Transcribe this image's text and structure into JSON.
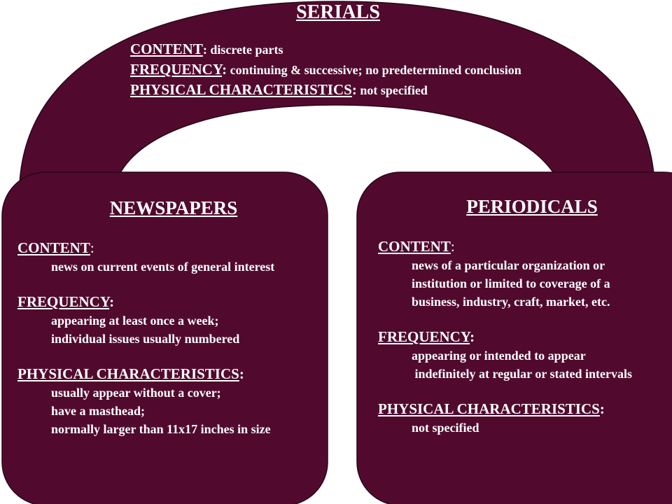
{
  "colors": {
    "fill": "#510a2e",
    "stroke": "#2a0518",
    "text": "#ffffff"
  },
  "serials": {
    "title": "SERIALS",
    "rows": [
      {
        "label": "CONTENT",
        "sep": ":",
        "value": " discrete parts"
      },
      {
        "label": "FREQUENCY",
        "sep": ":",
        "value": " continuing & successive; no predetermined conclusion"
      },
      {
        "label": "PHYSICAL CHARACTERISTICS",
        "sep": ":",
        "value": " not specified"
      }
    ]
  },
  "newspapers": {
    "title": "NEWSPAPERS",
    "content_label": "CONTENT",
    "content_sep": ":",
    "content_lines": [
      "news on current events of general interest"
    ],
    "frequency_label": "FREQUENCY",
    "frequency_sep": ":",
    "frequency_lines": [
      "appearing  at least once a week;",
      "individual issues usually numbered"
    ],
    "physical_label": "PHYSICAL CHARACTERISTICS",
    "physical_sep": ":",
    "physical_lines": [
      "usually appear without a cover;",
      "have a masthead;",
      "normally larger than 11x17 inches in size"
    ]
  },
  "periodicals": {
    "title": "PERIODICALS",
    "content_label": "CONTENT",
    "content_sep": ":",
    "content_lines": [
      "news of a particular organization or",
      "institution or limited to coverage of a",
      "business, industry, craft, market, etc."
    ],
    "frequency_label": "FREQUENCY",
    "frequency_sep": ":",
    "frequency_lines": [
      "appearing or intended to appear",
      " indefinitely at regular or stated intervals"
    ],
    "physical_label": "PHYSICAL CHARACTERISTICS",
    "physical_sep": ":",
    "physical_lines": [
      "not specified"
    ]
  }
}
